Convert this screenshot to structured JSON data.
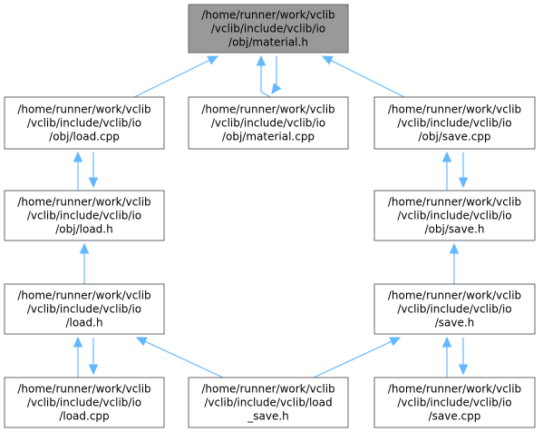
{
  "graph": {
    "colors": {
      "focus_node_fill": "#999999",
      "node_fill": "#ffffff",
      "node_border": "#666666",
      "edge": "#63b8ff",
      "text": "#000000",
      "background": "#ffffff"
    },
    "nodes": [
      {
        "id": "material_h",
        "lines": [
          "/home/runner/work/vclib",
          "/vclib/include/vclib/io",
          "/obj/material.h"
        ],
        "focus": true
      },
      {
        "id": "obj_load_cpp",
        "lines": [
          "/home/runner/work/vclib",
          "/vclib/include/vclib/io",
          "/obj/load.cpp"
        ]
      },
      {
        "id": "material_cpp",
        "lines": [
          "/home/runner/work/vclib",
          "/vclib/include/vclib/io",
          "/obj/material.cpp"
        ]
      },
      {
        "id": "obj_save_cpp",
        "lines": [
          "/home/runner/work/vclib",
          "/vclib/include/vclib/io",
          "/obj/save.cpp"
        ]
      },
      {
        "id": "obj_load_h",
        "lines": [
          "/home/runner/work/vclib",
          "/vclib/include/vclib/io",
          "/obj/load.h"
        ]
      },
      {
        "id": "obj_save_h",
        "lines": [
          "/home/runner/work/vclib",
          "/vclib/include/vclib/io",
          "/obj/save.h"
        ]
      },
      {
        "id": "io_load_h",
        "lines": [
          "/home/runner/work/vclib",
          "/vclib/include/vclib/io",
          "/load.h"
        ]
      },
      {
        "id": "io_save_h",
        "lines": [
          "/home/runner/work/vclib",
          "/vclib/include/vclib/io",
          "/save.h"
        ]
      },
      {
        "id": "io_load_cpp",
        "lines": [
          "/home/runner/work/vclib",
          "/vclib/include/vclib/io",
          "/load.cpp"
        ]
      },
      {
        "id": "load_save_h",
        "lines": [
          "/home/runner/work/vclib",
          "/vclib/include/vclib/load",
          "_save.h"
        ]
      },
      {
        "id": "io_save_cpp",
        "lines": [
          "/home/runner/work/vclib",
          "/vclib/include/vclib/io",
          "/save.cpp"
        ]
      }
    ],
    "edges": [
      {
        "from": "obj_load_cpp",
        "to": "material_h"
      },
      {
        "from": "material_cpp",
        "to": "material_h"
      },
      {
        "from": "material_h",
        "to": "material_cpp"
      },
      {
        "from": "obj_save_cpp",
        "to": "material_h"
      },
      {
        "from": "obj_load_h",
        "to": "obj_load_cpp"
      },
      {
        "from": "obj_load_cpp",
        "to": "obj_load_h"
      },
      {
        "from": "obj_save_h",
        "to": "obj_save_cpp"
      },
      {
        "from": "obj_save_cpp",
        "to": "obj_save_h"
      },
      {
        "from": "io_load_h",
        "to": "obj_load_h"
      },
      {
        "from": "io_save_h",
        "to": "obj_save_h"
      },
      {
        "from": "io_load_cpp",
        "to": "io_load_h"
      },
      {
        "from": "io_load_h",
        "to": "io_load_cpp"
      },
      {
        "from": "load_save_h",
        "to": "io_load_h"
      },
      {
        "from": "load_save_h",
        "to": "io_save_h"
      },
      {
        "from": "io_save_cpp",
        "to": "io_save_h"
      },
      {
        "from": "io_save_h",
        "to": "io_save_cpp"
      }
    ]
  }
}
